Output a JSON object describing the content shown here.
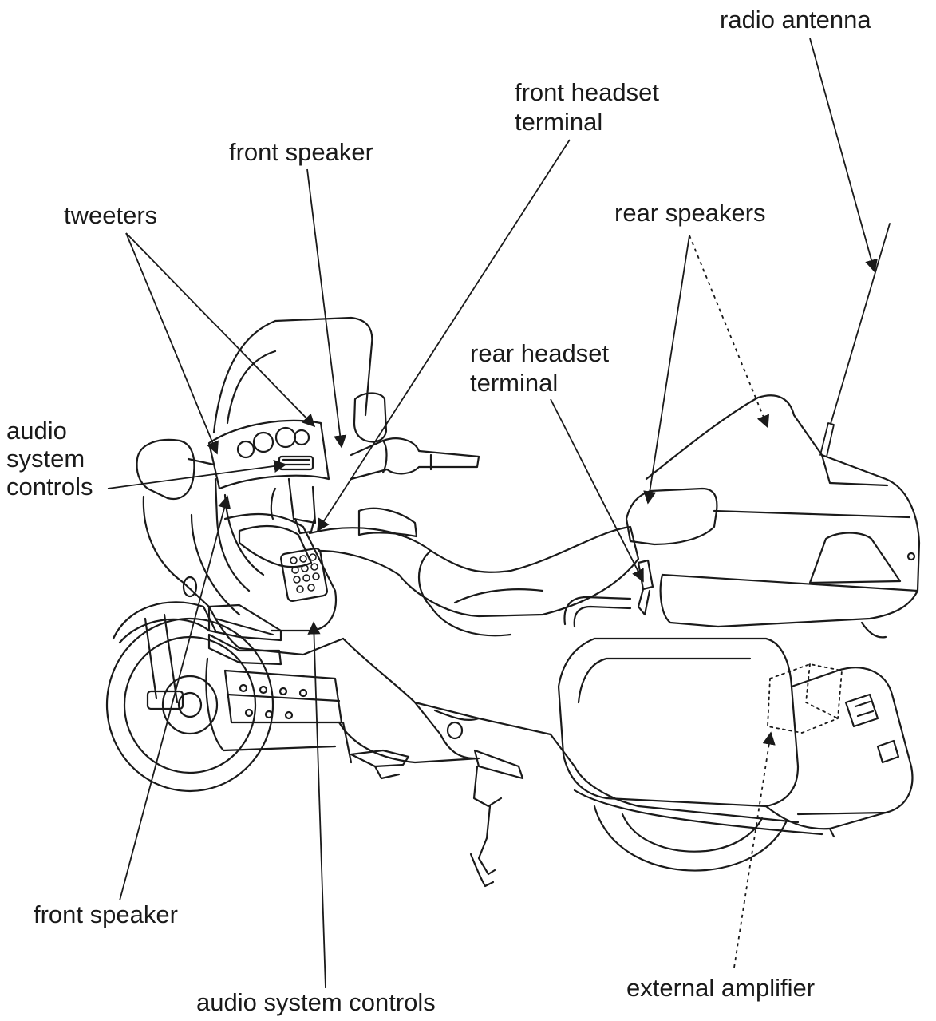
{
  "labels": {
    "radio_antenna": "radio antenna",
    "front_headset_terminal": [
      "front headset",
      "terminal"
    ],
    "front_speaker_top": "front speaker",
    "tweeters": "tweeters",
    "rear_speakers": "rear speakers",
    "rear_headset_terminal": [
      "rear headset",
      "terminal"
    ],
    "audio_system_controls_left": [
      "audio",
      "system",
      "controls"
    ],
    "front_speaker_bottom": "front speaker",
    "audio_system_controls_bottom": "audio system controls",
    "external_amplifier": "external amplifier"
  },
  "colors": {
    "line": "#1a1a1a",
    "background": "#ffffff"
  }
}
